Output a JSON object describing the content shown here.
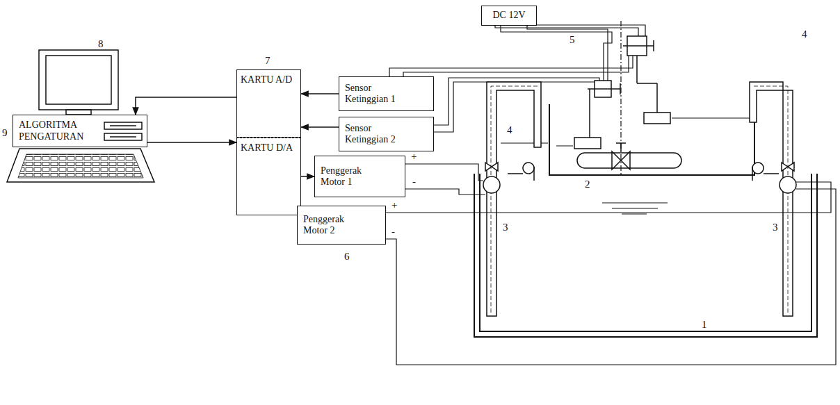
{
  "diagram": {
    "nodes": [
      {
        "text": [
          "DC 12V"
        ]
      },
      {
        "text": [
          "Sensor Ketinggian 1"
        ]
      },
      {
        "text": [
          "Sensor Ketinggian 2"
        ]
      },
      {
        "text": [
          "KARTU A/D"
        ]
      },
      {
        "text": [
          "KARTU D/A"
        ]
      },
      {
        "text": [
          "Penggerak Motor 1"
        ]
      },
      {
        "text": [
          "Penggerak Motor 2"
        ]
      },
      {
        "text": [
          "ALGORITMA PENGATURAN"
        ]
      }
    ],
    "edges": [
      {
        "from": 1,
        "to": 3,
        "arrow": "to"
      },
      {
        "from": 2,
        "to": 3,
        "arrow": "to"
      },
      {
        "from": 3,
        "to": 7,
        "arrow": "to"
      },
      {
        "from": 7,
        "to": 4,
        "arrow": "to"
      },
      {
        "from": 4,
        "to": 5,
        "arrow": "to"
      },
      {
        "from": 4,
        "to": 6,
        "arrow": "to"
      }
    ],
    "labels": [
      "5",
      "8",
      "7",
      "4",
      "4",
      "9",
      "2",
      "3",
      "3",
      "6",
      "1",
      "+",
      "-",
      "+",
      "-"
    ]
  }
}
